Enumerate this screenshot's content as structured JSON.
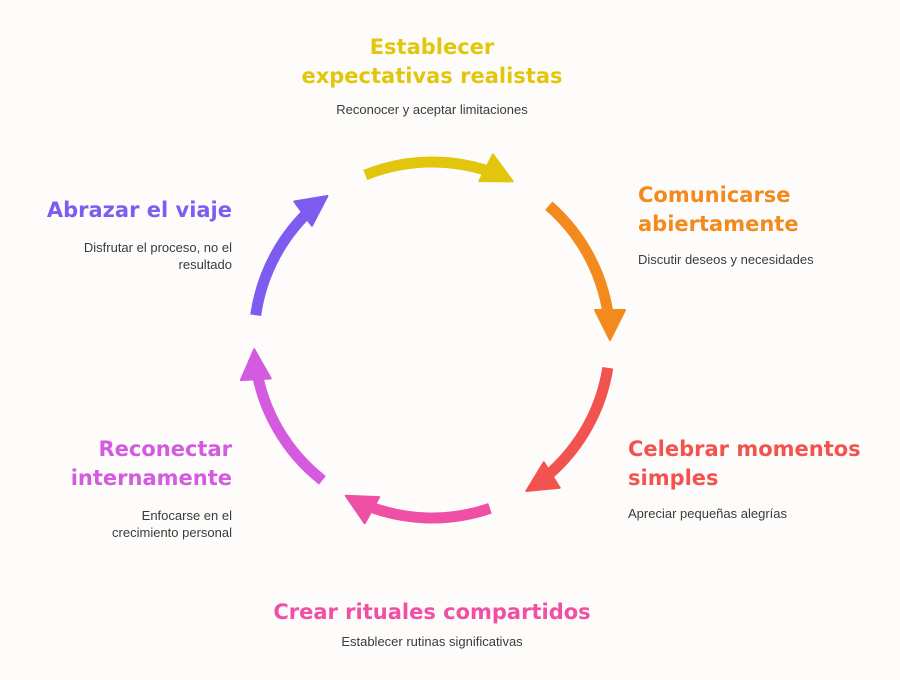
{
  "colors": {
    "background": "#fdfcfb",
    "description_text": "#3b3b3b"
  },
  "cycle": {
    "steps": [
      {
        "title": "Establecer\nexpectativas realistas",
        "description": "Reconocer y aceptar limitaciones",
        "color": "#e2c60d"
      },
      {
        "title": "Comunicarse\nabiertamente",
        "description": "Discutir deseos y necesidades",
        "color": "#f28a1e"
      },
      {
        "title": "Celebrar momentos\nsimples",
        "description": "Apreciar pequeñas alegrías",
        "color": "#f2534e"
      },
      {
        "title": "Crear rituales compartidos",
        "description": "Establecer rutinas significativas",
        "color": "#ef4fa4"
      },
      {
        "title": "Reconectar\ninternamente",
        "description": "Enfocarse en el\ncrecimiento personal",
        "color": "#d45ae0"
      },
      {
        "title": "Abrazar el viaje",
        "description": "Disfrutar el proceso, no el\nresultado",
        "color": "#7e5cf0"
      }
    ]
  }
}
